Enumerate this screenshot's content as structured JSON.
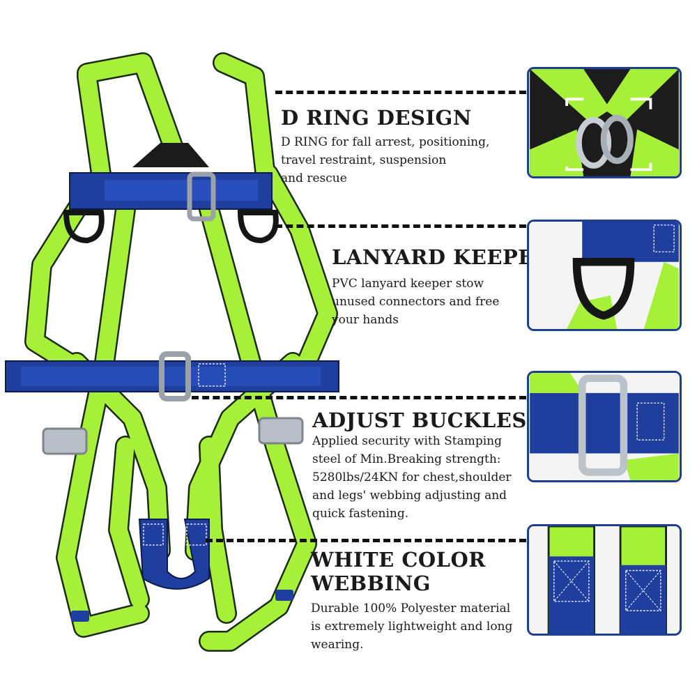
{
  "features": [
    {
      "title": "D RING DESIGN",
      "lines": [
        "D RING for fall arrest, positioning,",
        "travel restraint, suspension",
        "and rescue"
      ],
      "detail_image": "d-ring closeup"
    },
    {
      "title": "LANYARD KEEPER",
      "lines": [
        "PVC lanyard keeper stow",
        "unused connectors and free",
        "your hands"
      ],
      "detail_image": "lanyard keeper closeup"
    },
    {
      "title": "ADJUST BUCKLES",
      "lines": [
        "Applied security with Stamping",
        "steel of Min.Breaking strength:",
        "5280lbs/24KN for chest,shoulder",
        "and legs' webbing adjusting and",
        "quick fastening."
      ],
      "detail_image": "buckle closeup"
    },
    {
      "title_lines": [
        "WHITE COLOR",
        "WEBBING"
      ],
      "lines": [
        "Durable 100% Polyester material",
        "is extremely lightweight and long",
        "wearing."
      ],
      "detail_image": "webbing stitch closeup"
    }
  ],
  "colors": {
    "webbing": "#a6f03a",
    "webbing_edge": "#1b2a10",
    "strap_blue": "#1f3e9e",
    "strap_blue_light": "#2f5bd0",
    "metal": "#b9bfc6",
    "frame": "#1e3f8f"
  }
}
